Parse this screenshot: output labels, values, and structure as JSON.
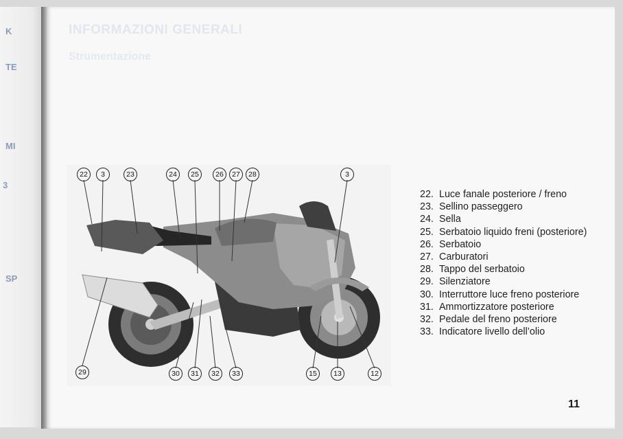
{
  "page": {
    "number": "11",
    "header": "INFORMAZIONI GENERALI",
    "subheader": "Strumentazione"
  },
  "left_page_glyphs": [
    "K",
    "TE",
    "MI",
    "3",
    "SP"
  ],
  "figure": {
    "callouts_top": [
      "22",
      "3",
      "23",
      "24",
      "25",
      "26",
      "27",
      "28",
      "3"
    ],
    "callouts_bottom": [
      "29",
      "30",
      "31",
      "32",
      "33",
      "15",
      "13",
      "12"
    ]
  },
  "legend": [
    {
      "num": "22.",
      "text": "Luce fanale posteriore / freno"
    },
    {
      "num": "23.",
      "text": "Sellino passeggero"
    },
    {
      "num": "24.",
      "text": "Sella"
    },
    {
      "num": "25.",
      "text": "Serbatoio liquido freni (posteriore)"
    },
    {
      "num": "26.",
      "text": "Serbatoio"
    },
    {
      "num": "27.",
      "text": "Carburatori"
    },
    {
      "num": "28.",
      "text": "Tappo del serbatoio"
    },
    {
      "num": "29.",
      "text": "Silenziatore"
    },
    {
      "num": "30.",
      "text": "Interruttore luce freno posteriore"
    },
    {
      "num": "31.",
      "text": "Ammortizzatore posteriore"
    },
    {
      "num": "32.",
      "text": "Pedale del freno posteriore"
    },
    {
      "num": "33.",
      "text": "Indicatore livello dell’olio"
    }
  ]
}
